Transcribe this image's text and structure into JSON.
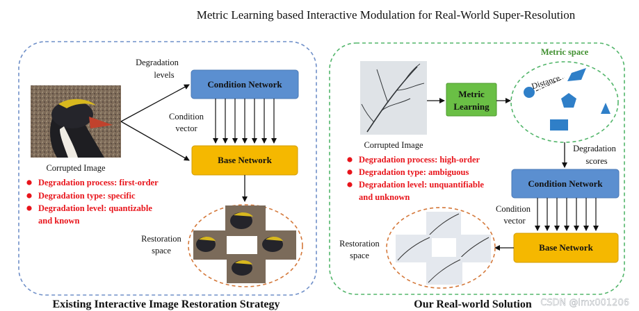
{
  "title": "Metric Learning based Interactive Modulation for Real-World Super-Resolution",
  "left_panel": {
    "caption": "Existing Interactive Image Restoration Strategy",
    "image_label": "Corrupted Image",
    "degradation_levels_label": [
      "Degradation",
      "levels"
    ],
    "condition_network": "Condition Network",
    "condition_vector_label": [
      "Condition",
      "vector"
    ],
    "base_network": "Base Network",
    "restoration_space_label": [
      "Restoration",
      "space"
    ],
    "bullets": [
      "Degradation process: first-order",
      "Degradation type: specific",
      "Degradation level: quantizable",
      "and known"
    ]
  },
  "right_panel": {
    "caption": "Our Real-world Solution",
    "image_label": "Corrupted Image",
    "metric_learning": [
      "Metric",
      "Learning"
    ],
    "metric_space_label": "Metric space",
    "distance_label": "Distance",
    "degradation_scores_label": [
      "Degradation",
      "scores"
    ],
    "condition_network": "Condition Network",
    "condition_vector_label": [
      "Condition",
      "vector"
    ],
    "base_network": "Base Network",
    "restoration_space_label": [
      "Restoration",
      "space"
    ],
    "bullets": [
      "Degradation process: high-order",
      "Degradation type: ambiguous",
      "Degradation level: unquantifiable",
      "and unknown"
    ]
  },
  "watermark": "CSDN @lmx001206",
  "colors": {
    "blue_box": "#5b8fd0",
    "gold_box": "#f5b800",
    "green_box": "#6abf45",
    "bullet_red": "#e8141b",
    "left_border": "#6f8fc8",
    "right_border": "#52b56a",
    "orange_dash": "#d4783a",
    "metric_green": "#3f8f2f"
  }
}
